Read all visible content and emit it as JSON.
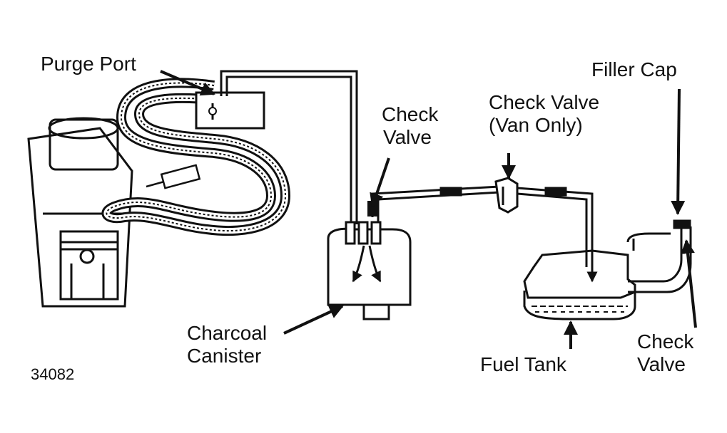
{
  "labels": {
    "purge_port": "Purge Port",
    "check_valve_canister_1": "Check",
    "check_valve_canister_2": "Valve",
    "check_valve_van_1": "Check Valve",
    "check_valve_van_2": "(Van Only)",
    "filler_cap": "Filler Cap",
    "charcoal_canister_1": "Charcoal",
    "charcoal_canister_2": "Canister",
    "fuel_tank": "Fuel Tank",
    "check_valve_tank_1": "Check",
    "check_valve_tank_2": "Valve",
    "figure_number": "34082"
  },
  "colors": {
    "ink": "#111111",
    "paper": "#ffffff"
  }
}
